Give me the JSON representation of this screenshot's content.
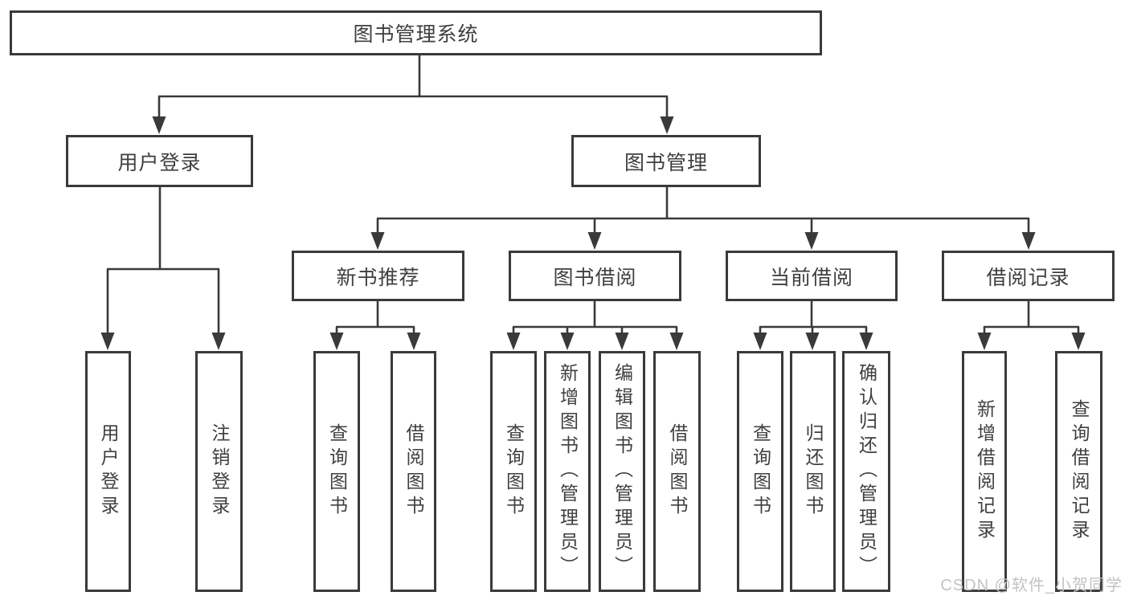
{
  "diagram": {
    "root": {
      "label": "图书管理系统"
    },
    "branches": [
      {
        "label": "用户登录",
        "children": [
          {
            "label": "用户登录"
          },
          {
            "label": "注销登录"
          }
        ]
      },
      {
        "label": "图书管理",
        "children": [
          {
            "label": "新书推荐",
            "children": [
              {
                "label": "查询图书"
              },
              {
                "label": "借阅图书"
              }
            ]
          },
          {
            "label": "图书借阅",
            "children": [
              {
                "label": "查询图书"
              },
              {
                "label": "新增图书（管理员）"
              },
              {
                "label": "编辑图书（管理员）"
              },
              {
                "label": "借阅图书"
              }
            ]
          },
          {
            "label": "当前借阅",
            "children": [
              {
                "label": "查询图书"
              },
              {
                "label": "归还图书"
              },
              {
                "label": "确认归还（管理员）"
              }
            ]
          },
          {
            "label": "借阅记录",
            "children": [
              {
                "label": "新增借阅记录"
              },
              {
                "label": "查询借阅记录"
              }
            ]
          }
        ]
      }
    ]
  },
  "watermark": {
    "text": "CSDN @软件_小贺同学"
  },
  "colors": {
    "line": "#3a3a3a",
    "text": "#3f3f3f",
    "box_fill": "#ffffff",
    "background": "#ffffff",
    "watermark": "#c3c3c3"
  }
}
